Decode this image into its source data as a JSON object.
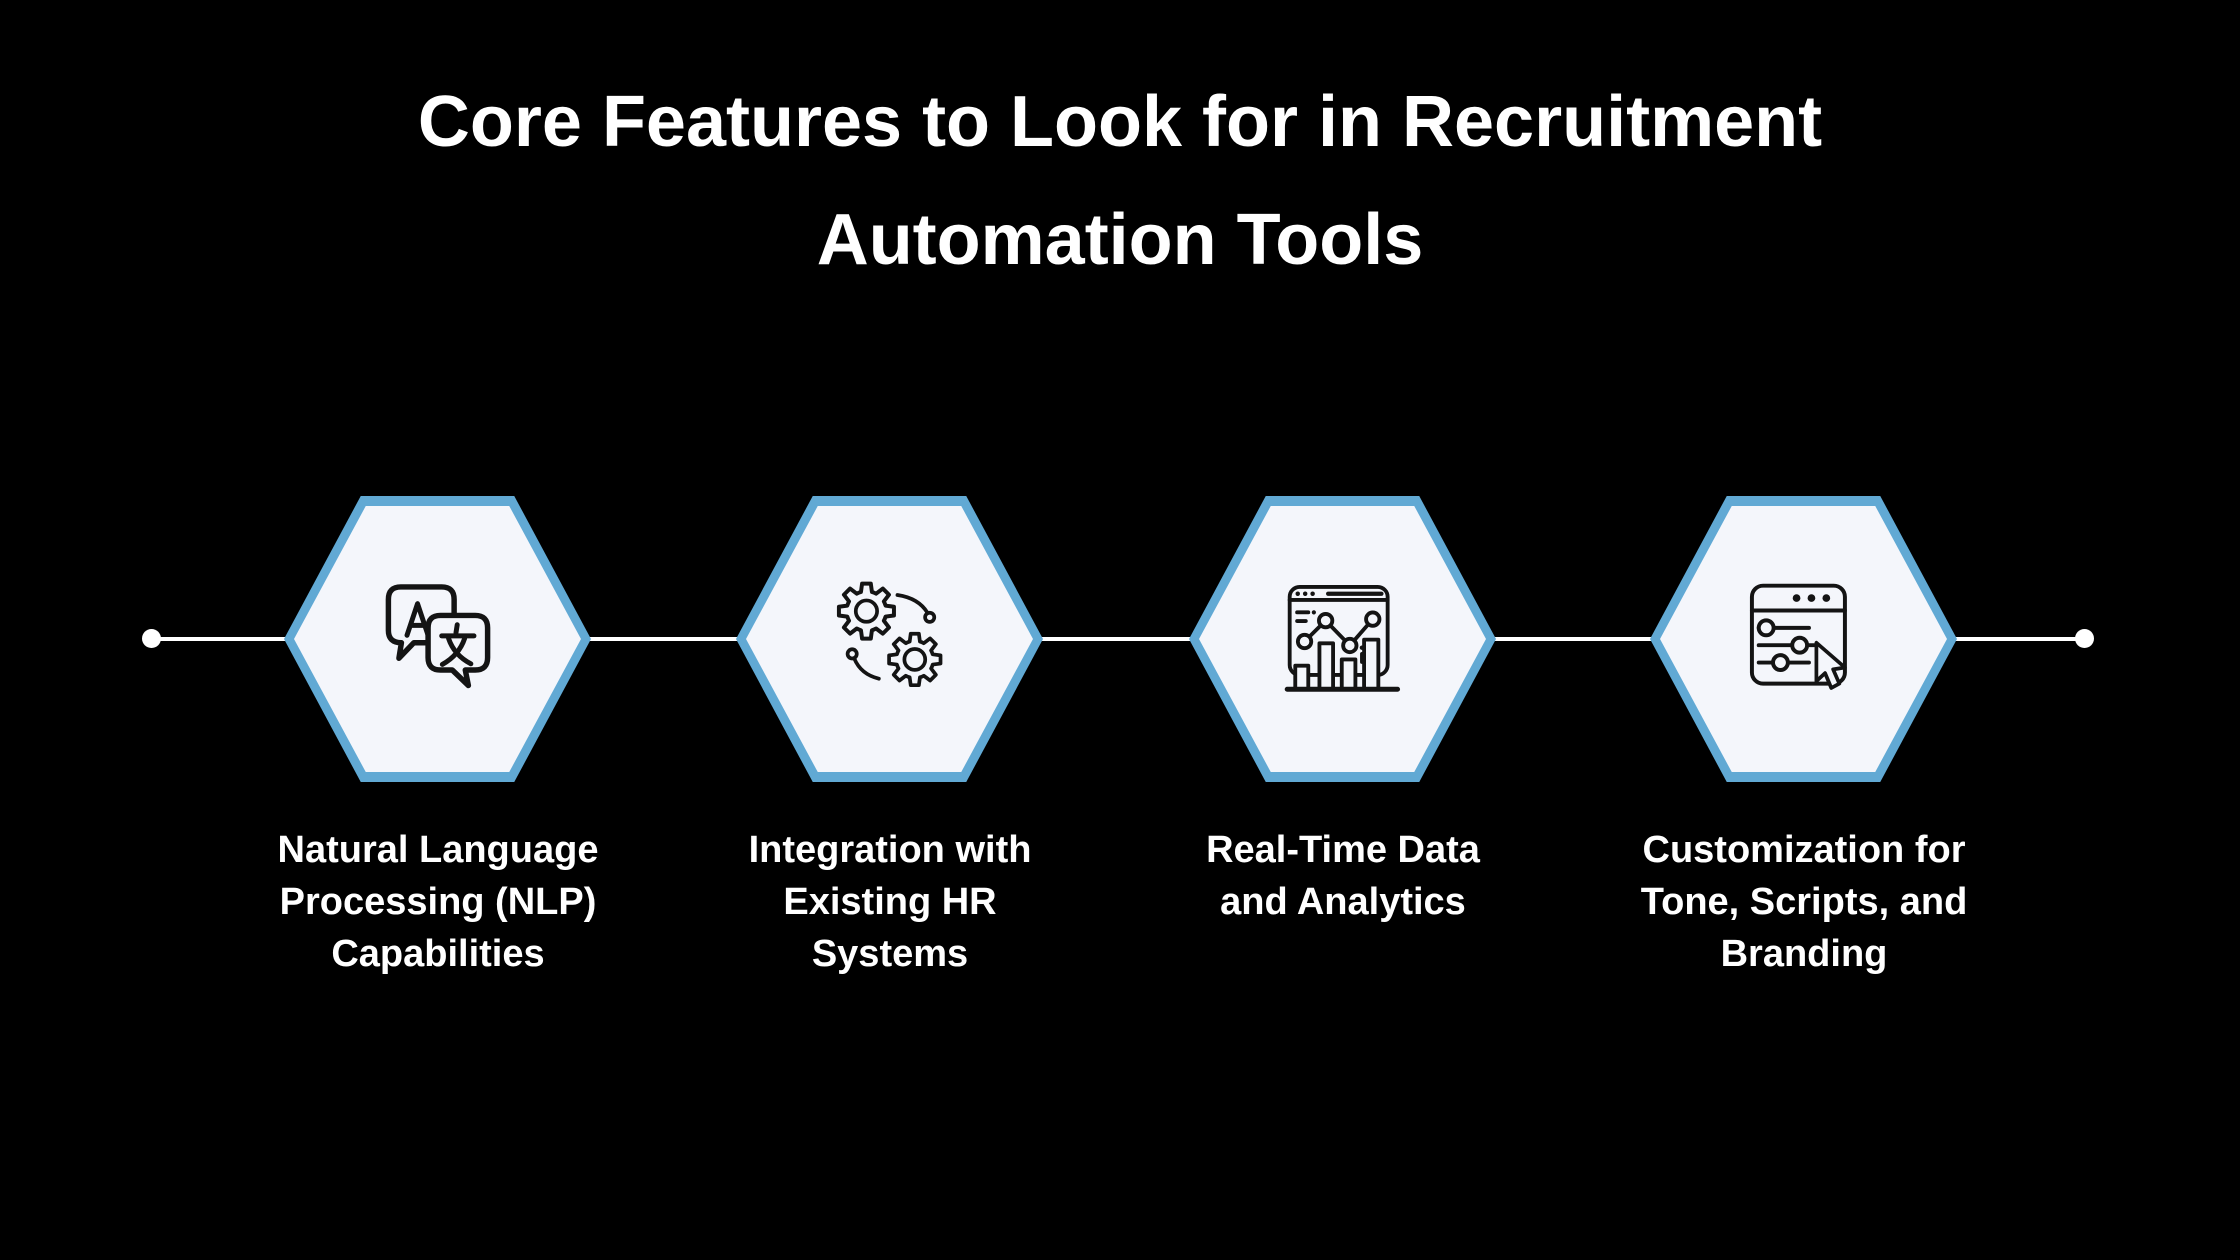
{
  "title": {
    "line1": "Core Features to Look for in Recruitment",
    "line2": "Automation Tools"
  },
  "features": [
    {
      "name": "nlp-capabilities",
      "icon": "translate-chat-icon",
      "label_lines": [
        "Natural Language",
        "Processing (NLP)",
        "Capabilities"
      ]
    },
    {
      "name": "hr-integration",
      "icon": "gears-sync-icon",
      "label_lines": [
        "Integration with",
        "Existing HR",
        "Systems"
      ]
    },
    {
      "name": "real-time-analytics",
      "icon": "analytics-dashboard-icon",
      "label_lines": [
        "Real-Time Data",
        "and Analytics"
      ]
    },
    {
      "name": "customization",
      "icon": "sliders-cursor-icon",
      "label_lines": [
        "Customization for",
        "Tone, Scripts, and",
        "Branding"
      ]
    }
  ],
  "colors": {
    "background": "#000000",
    "text": "#FFFFFF",
    "hex_border": "#61A9D4",
    "hex_fill": "#F4F6FB",
    "connector": "#FFFFFF",
    "icon_stroke": "#141414"
  }
}
